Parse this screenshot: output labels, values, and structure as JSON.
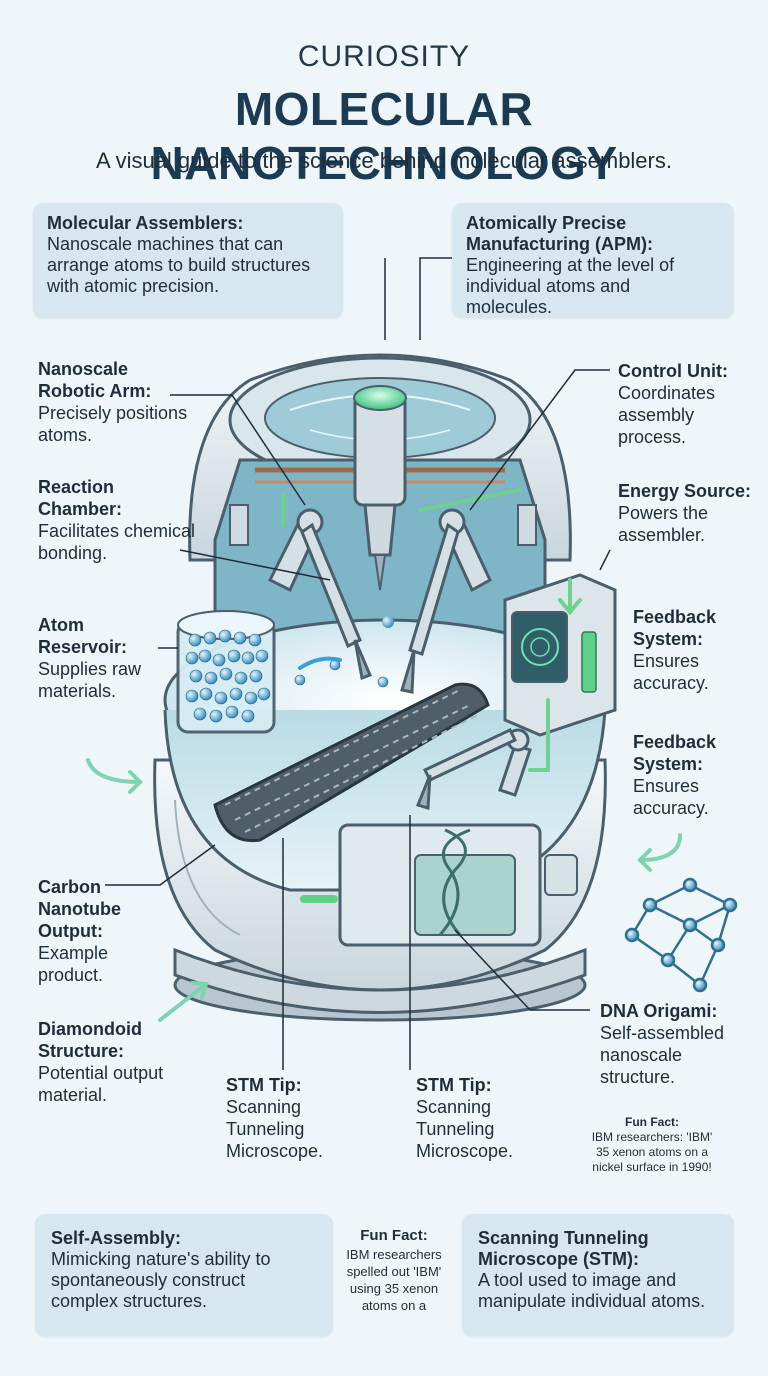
{
  "header": {
    "eyebrow": "CURIOSITY",
    "title": "MOLECULAR NANOTECHNOLOGY",
    "subtitle": "A visual guide to the science behind molecular assemblers."
  },
  "top_boxes": [
    {
      "heading": "Molecular Assemblers:",
      "text": "Nanoscale machines that can arrange atoms to build structures with atomic precision."
    },
    {
      "heading": "Atomically Precise Manufacturing (APM):",
      "text": "Engineering at the level of individual atoms and molecules."
    }
  ],
  "left_labels": [
    {
      "heading": "Nanoscale Robotic Arm:",
      "text": "Precisely positions atoms."
    },
    {
      "heading": "Reaction Chamber:",
      "text": "Facilitates chemical bonding."
    },
    {
      "heading": "Atom Reservoir:",
      "text": "Supplies raw materials."
    },
    {
      "heading": "Carbon Nanotube Output:",
      "text": "Example product."
    },
    {
      "heading": "Diamondoid Structure:",
      "text": "Potential output material."
    }
  ],
  "right_labels": [
    {
      "heading": "Control Unit:",
      "text": "Coordinates assembly process."
    },
    {
      "heading": "Energy Source:",
      "text": "Powers the assembler."
    },
    {
      "heading": "Feedback System:",
      "text": "Ensures accuracy."
    },
    {
      "heading": "Feedback System:",
      "text": "Ensures accuracy."
    },
    {
      "heading": "DNA Origami:",
      "text": "Self-assembled nanoscale structure."
    }
  ],
  "stm_labels": [
    {
      "heading": "STM Tip:",
      "text": "Scanning Tunneling Microscope."
    },
    {
      "heading": "STM Tip:",
      "text": "Scanning Tunneling Microscope."
    }
  ],
  "fun_fact_right": {
    "heading": "Fun Fact:",
    "text": "IBM researchers: 'IBM' 35 xenon atoms on a nickel surface in 1990!"
  },
  "bottom_boxes": [
    {
      "heading": "Self-Assembly:",
      "text": "Mimicking nature's ability to spontaneously construct complex structures."
    },
    {
      "heading": "Scanning Tunneling Microscope (STM):",
      "text": "A tool used to image and manipulate individual atoms."
    }
  ],
  "fun_fact_bottom": {
    "heading": "Fun Fact:",
    "text": "IBM researchers spelled out 'IBM' using 35 xenon atoms on a"
  },
  "colors": {
    "background": "#eef6f9",
    "box": "#d6e7ef",
    "accent_green": "#5fd08a",
    "accent_blue": "#3aa0d8",
    "title": "#1c3a52"
  }
}
